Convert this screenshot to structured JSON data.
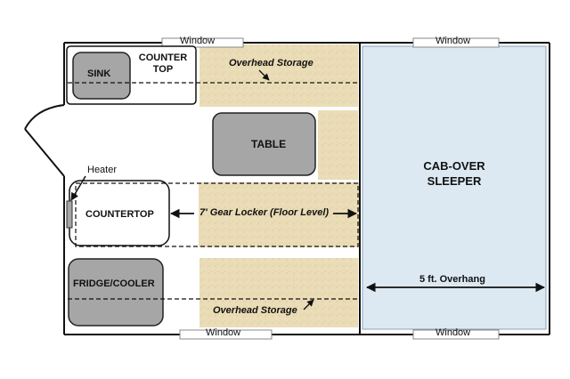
{
  "windows": {
    "top_left": "Window",
    "top_right": "Window",
    "bottom_left": "Window",
    "bottom_right": "Window"
  },
  "zones": {
    "sink": "SINK",
    "counter_top_line1": "COUNTER",
    "counter_top_line2": "TOP",
    "overhead_storage_top": "Overhead Storage",
    "table": "TABLE",
    "heater": "Heater",
    "countertop": "COUNTERTOP",
    "gear_locker": "7' Gear Locker (Floor Level)",
    "fridge_cooler": "FRIDGE/COOLER",
    "overhead_storage_bottom": "Overhead Storage",
    "cab_over_line1": "CAB-OVER",
    "cab_over_line2": "SLEEPER",
    "overhang": "5 ft. Overhang"
  },
  "colors": {
    "storage_fill": "#eadcb6",
    "sleeper_fill": "#dce9f3",
    "appliance_fill": "#a6a6a6",
    "wall": "#111111"
  }
}
